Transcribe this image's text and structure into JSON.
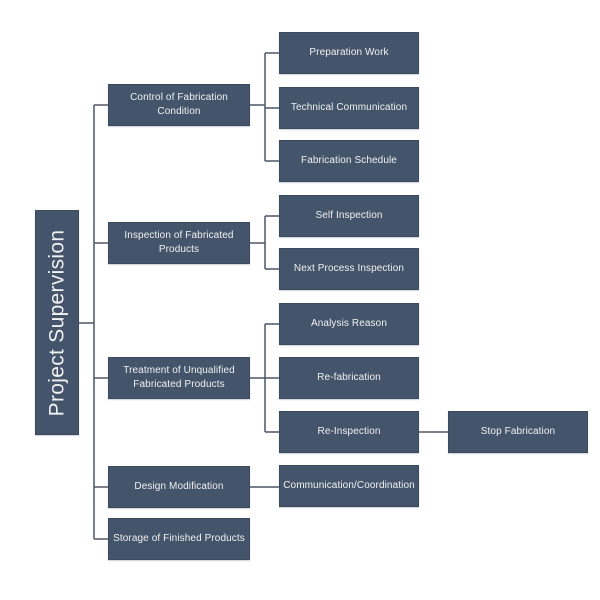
{
  "diagram": {
    "root": {
      "label": "Project Supervision"
    },
    "branches": [
      {
        "label": "Control of Fabrication Condition",
        "children": [
          {
            "label": "Preparation Work"
          },
          {
            "label": "Technical Communication"
          },
          {
            "label": "Fabrication Schedule"
          }
        ]
      },
      {
        "label": "Inspection of Fabricated Products",
        "children": [
          {
            "label": "Self Inspection"
          },
          {
            "label": "Next Process Inspection"
          }
        ]
      },
      {
        "label": "Treatment of Unqualified Fabricated Products",
        "children": [
          {
            "label": "Analysis Reason"
          },
          {
            "label": "Re-fabrication"
          },
          {
            "label": "Re-Inspection",
            "children": [
              {
                "label": "Stop Fabrication"
              }
            ]
          }
        ]
      },
      {
        "label": "Design Modification",
        "children": [
          {
            "label": "Communication/Coordination"
          }
        ]
      },
      {
        "label": "Storage of Finished Products",
        "children": []
      }
    ],
    "colors": {
      "box_fill": "#44546A",
      "box_border": "#3C4A5E",
      "text": "#F1F1F3",
      "line": "#4D5766",
      "background": "#FFFFFF"
    }
  }
}
